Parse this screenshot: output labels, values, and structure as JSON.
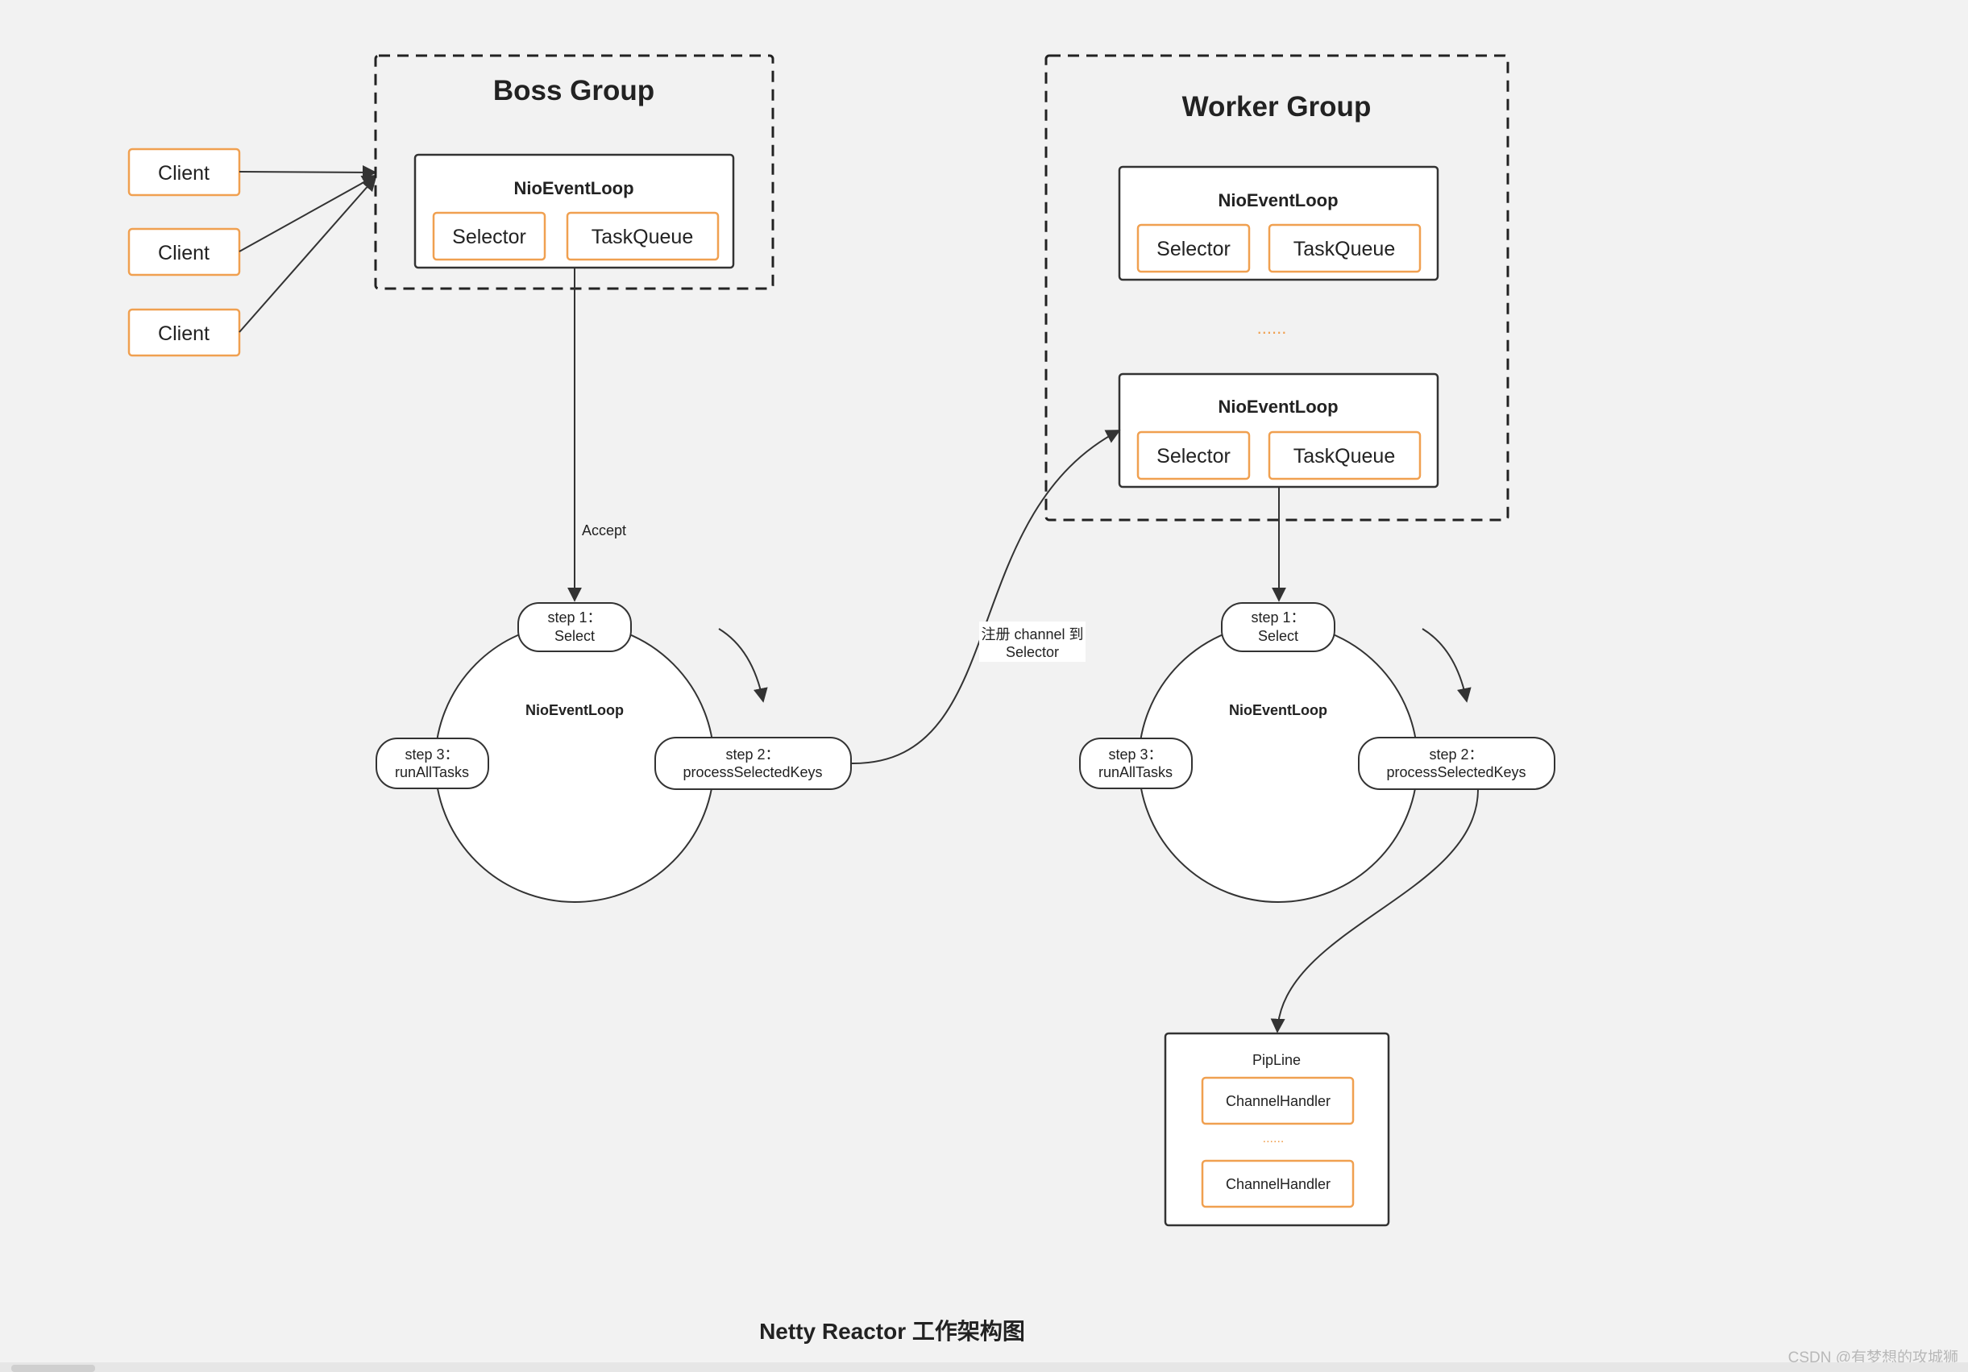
{
  "title": "Netty Reactor 工作架构图",
  "watermark": "CSDN @有梦想的攻城狮",
  "clients": [
    "Client",
    "Client",
    "Client"
  ],
  "boss_group": {
    "label": "Boss Group",
    "loop": {
      "label": "NioEventLoop",
      "selector": "Selector",
      "queue": "TaskQueue"
    }
  },
  "worker_group": {
    "label": "Worker Group",
    "loops": [
      {
        "label": "NioEventLoop",
        "selector": "Selector",
        "queue": "TaskQueue"
      },
      {
        "label": "NioEventLoop",
        "selector": "Selector",
        "queue": "TaskQueue"
      }
    ],
    "ellipsis": "......"
  },
  "edge_labels": {
    "accept": "Accept",
    "register_line1": "注册 channel 到",
    "register_line2": "Selector"
  },
  "loops": [
    {
      "center_label": "NioEventLoop",
      "step1_line1": "step 1：",
      "step1_line2": "Select",
      "step2_line1": "step 2：",
      "step2_line2": "processSelectedKeys",
      "step3_line1": "step 3：",
      "step3_line2": "runAllTasks"
    },
    {
      "center_label": "NioEventLoop",
      "step1_line1": "step 1：",
      "step1_line2": "Select",
      "step2_line1": "step 2：",
      "step2_line2": "processSelectedKeys",
      "step3_line1": "step 3：",
      "step3_line2": "runAllTasks"
    }
  ],
  "pipeline": {
    "label": "PipLine",
    "handlers": [
      "ChannelHandler",
      "ChannelHandler"
    ],
    "ellipsis": "......"
  }
}
